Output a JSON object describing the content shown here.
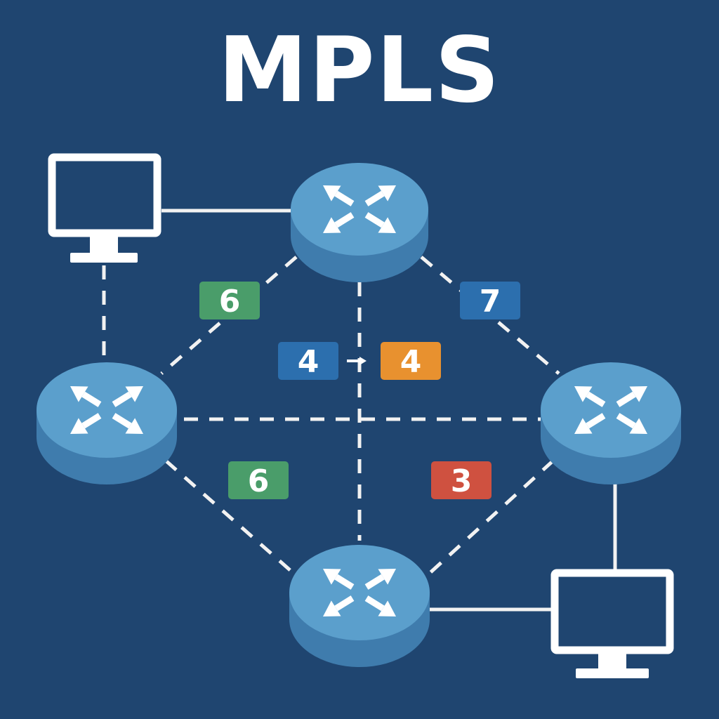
{
  "title": "MPLS",
  "colors": {
    "background": "#1f4570",
    "router_top": "#5b9fcc",
    "router_side": "#3f7cad",
    "link": "#f2f2f2",
    "label_green": "#4a9d6a",
    "label_blue": "#2c6fae",
    "label_orange": "#e8912f",
    "label_red": "#cf5140"
  },
  "routers": [
    {
      "id": "router-top",
      "icon": "router-arrows-icon"
    },
    {
      "id": "router-left",
      "icon": "router-arrows-icon"
    },
    {
      "id": "router-right",
      "icon": "router-arrows-icon"
    },
    {
      "id": "router-bottom",
      "icon": "router-arrows-icon"
    }
  ],
  "hosts": [
    {
      "id": "host-top-left",
      "icon": "monitor-icon"
    },
    {
      "id": "host-bottom-right",
      "icon": "monitor-icon"
    }
  ],
  "labels": [
    {
      "id": "label-top-left",
      "text": "6",
      "color": "#4a9d6a"
    },
    {
      "id": "label-top-right",
      "text": "7",
      "color": "#2c6fae"
    },
    {
      "id": "label-swap-in",
      "text": "4",
      "color": "#2c6fae"
    },
    {
      "id": "label-swap-out",
      "text": "4",
      "color": "#e8912f"
    },
    {
      "id": "label-bottom-left",
      "text": "6",
      "color": "#4a9d6a"
    },
    {
      "id": "label-bottom-right",
      "text": "3",
      "color": "#cf5140"
    }
  ]
}
